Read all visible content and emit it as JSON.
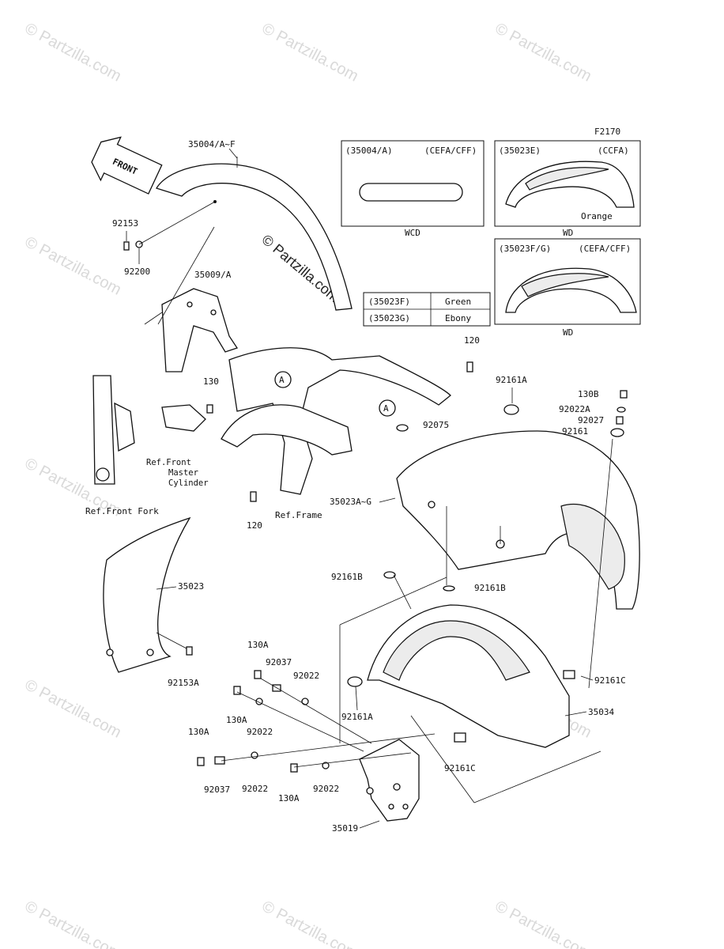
{
  "watermark": "© Partzilla.com",
  "figure_code": "F2170",
  "front_arrow": "FRONT",
  "insets": [
    {
      "code": "(35004/A)",
      "region": "(CEFA/CFF)",
      "caption": "WCD"
    },
    {
      "code": "(35023E)",
      "region": "(CCFA)",
      "color_label": "Orange",
      "caption": "WD"
    },
    {
      "code": "(35023F/G)",
      "region": "(CEFA/CFF)",
      "caption": "WD"
    }
  ],
  "color_table": [
    {
      "code": "(35023F)",
      "color": "Green"
    },
    {
      "code": "(35023G)",
      "color": "Ebony"
    }
  ],
  "labels": {
    "p35004": "35004/A~F",
    "p92153": "92153",
    "p92200": "92200",
    "p35009": "35009/A",
    "p130_top": "130",
    "ref_master": "Ref.Front\nMaster\nCylinder",
    "ref_fork": "Ref.Front\nFork",
    "p120_top": "120",
    "p120_bottom": "120",
    "ref_frame": "Ref.Frame",
    "p92161A_top": "92161A",
    "p130B": "130B",
    "p92022A": "92022A",
    "p92027": "92027",
    "p92161": "92161",
    "p92075": "92075",
    "p35023AG": "35023A~G",
    "p35023": "35023",
    "p92153A": "92153A",
    "p92161B_left": "92161B",
    "p92161B_right": "92161B",
    "p130A_1": "130A",
    "p92037_1": "92037",
    "p92022_1": "92022",
    "p130A_2": "130A",
    "p92022_2": "92022",
    "p92161A_bottom": "92161A",
    "p92161C_right": "92161C",
    "p35034": "35034",
    "p130A_3": "130A",
    "p92037_2": "92037",
    "p92022_3": "92022",
    "p130A_4": "130A",
    "p92022_4": "92022",
    "p92161C_bottom": "92161C",
    "p35019": "35019",
    "callout_A": "A"
  }
}
